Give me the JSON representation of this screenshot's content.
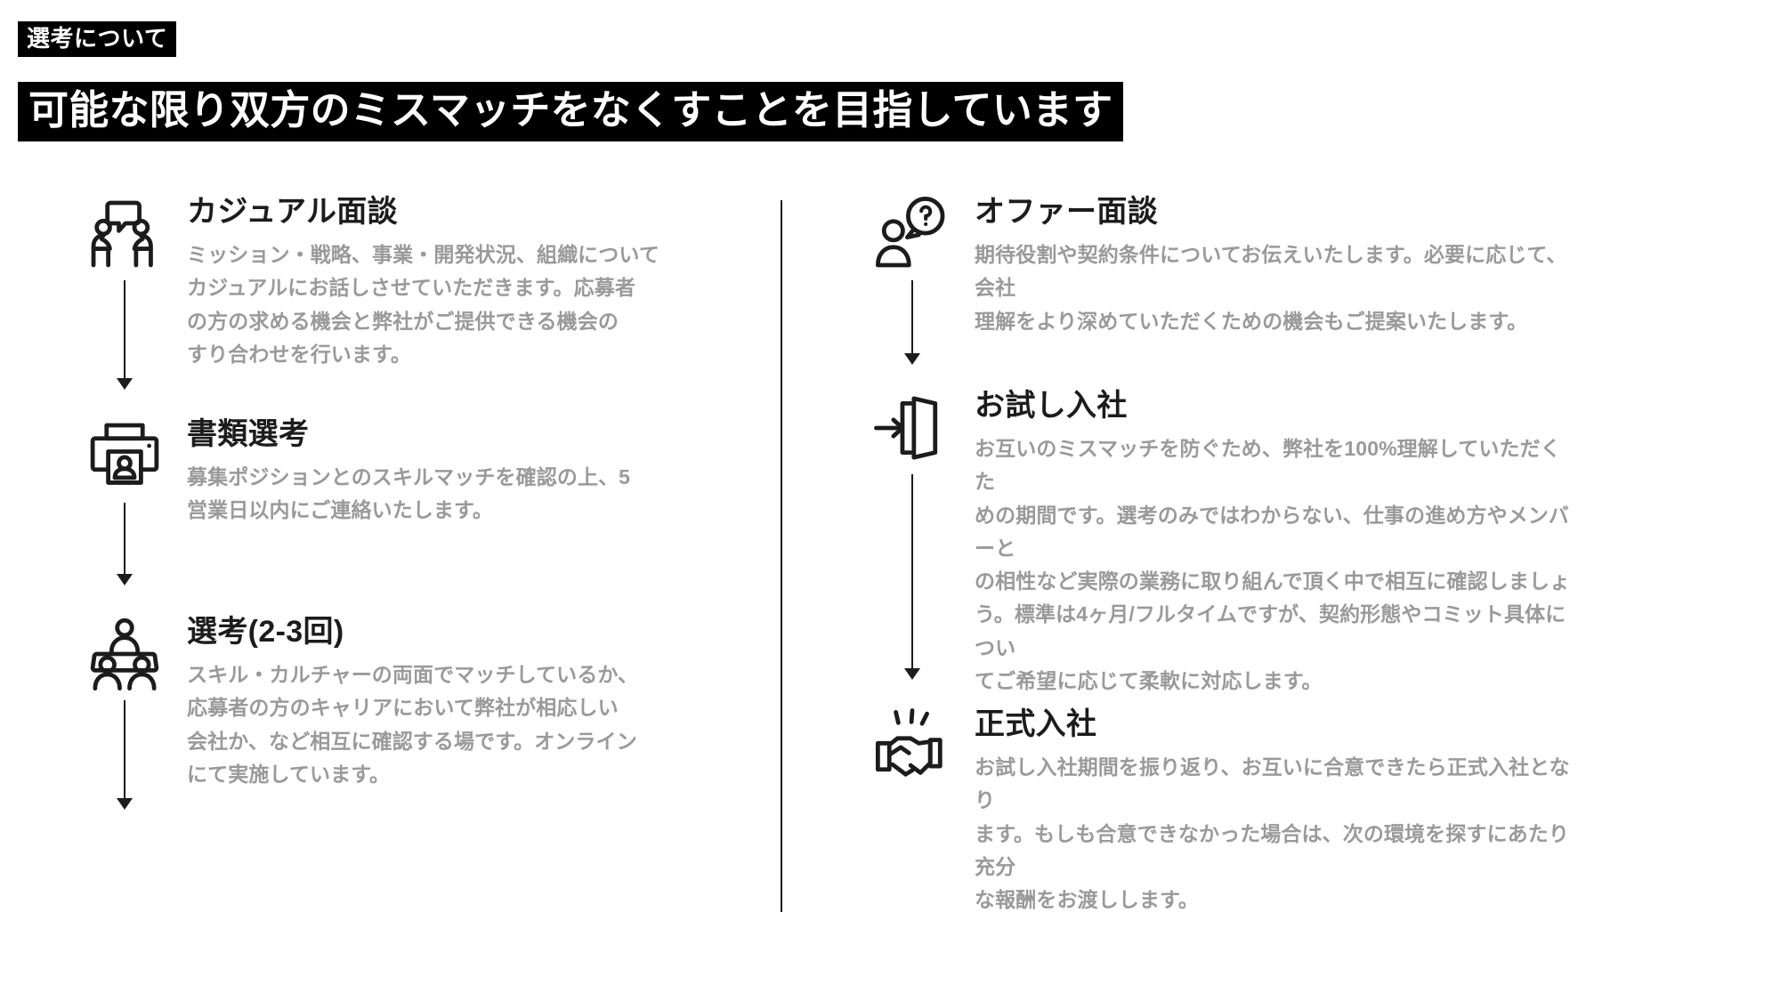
{
  "header": {
    "eyebrow": "選考について",
    "title": "可能な限り双方のミスマッチをなくすことを目指しています"
  },
  "colors": {
    "ink": "#1c1c1c",
    "muted": "#9a9a9a",
    "banner_bg": "#000000",
    "banner_text": "#ffffff",
    "page_bg": "#ffffff"
  },
  "left_column": {
    "steps": [
      {
        "icon": "two-people-talking-icon",
        "title": "カジュアル面談",
        "desc": "ミッション・戦略、事業・開発状況、組織について\nカジュアルにお話しさせていただきます。応募者\nの方の求める機会と弊社がご提供できる機会の\nすり合わせを行います。",
        "connector": "arrow-down"
      },
      {
        "icon": "document-screening-printer-icon",
        "title": "書類選考",
        "desc": "募集ポジションとのスキルマッチを確認の上、5\n営業日以内にご連絡いたします。",
        "connector": "arrow-down"
      },
      {
        "icon": "group-interview-icon",
        "title": "選考(2-3回)",
        "desc": "スキル・カルチャーの両面でマッチしているか、\n応募者の方のキャリアにおいて弊社が相応しい\n会社か、など相互に確認する場です。オンライン\nにて実施しています。",
        "connector": "arrow-down"
      }
    ]
  },
  "right_column": {
    "steps": [
      {
        "icon": "person-question-bubble-icon",
        "title": "オファー面談",
        "desc": "期待役割や契約条件についてお伝えいたします。必要に応じて、会社\n理解をより深めていただくための機会もご提案いたします。",
        "connector": "arrow-down"
      },
      {
        "icon": "door-enter-icon",
        "title": "お試し入社",
        "desc": "お互いのミスマッチを防ぐため、弊社を100%理解していただくた\nめの期間です。選考のみではわからない、仕事の進め方やメンバーと\nの相性など実際の業務に取り組んで頂く中で相互に確認しましょ\nう。標準は4ヶ月/フルタイムですが、契約形態やコミット具体につい\nてご希望に応じて柔軟に対応します。",
        "connector": "arrow-down"
      },
      {
        "icon": "handshake-icon",
        "title": "正式入社",
        "desc": "お試し入社期間を振り返り、お互いに合意できたら正式入社となり\nます。もしも合意できなかった場合は、次の環境を探すにあたり充分\nな報酬をお渡しします。",
        "connector": "none"
      }
    ]
  }
}
